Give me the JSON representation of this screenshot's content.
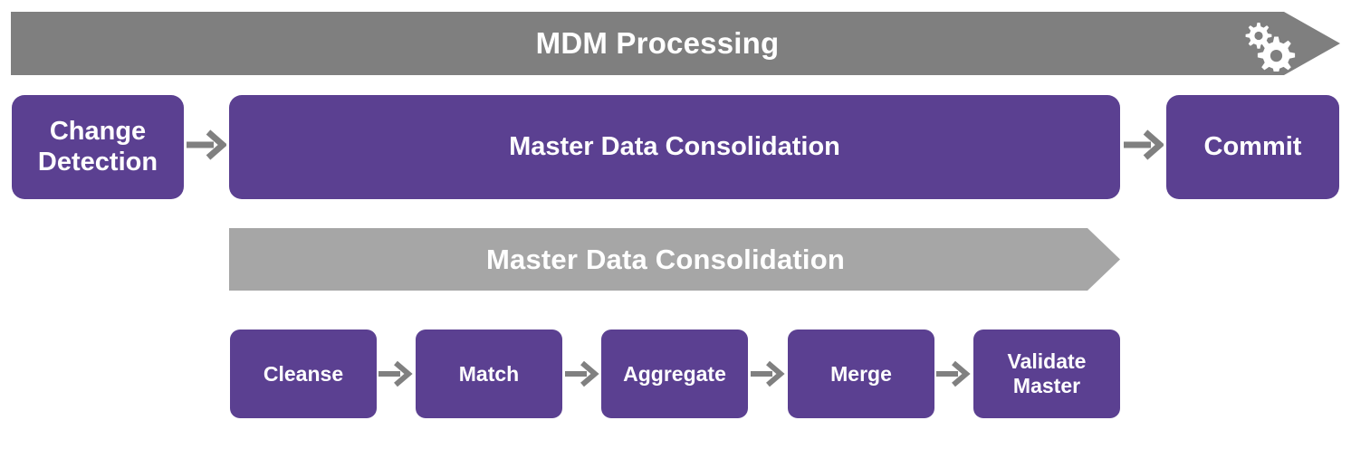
{
  "diagram": {
    "title": "MDM Processing",
    "colors": {
      "purple": "#5B4091",
      "banner_gray_dark": "#7F7F7F",
      "banner_gray_light": "#A6A6A6",
      "arrow_gray": "#808080",
      "text_white": "#FFFFFF",
      "background": "#FFFFFF"
    },
    "banners": [
      {
        "id": "mdm-processing",
        "label": "MDM Processing",
        "icon": "gears-icon",
        "color": "#7F7F7F"
      },
      {
        "id": "master-data-consolidation",
        "label": "Master Data Consolidation",
        "color": "#A6A6A6"
      }
    ],
    "top_flow": {
      "steps": [
        {
          "id": "change-detection",
          "label": "Change Detection"
        },
        {
          "id": "master-data-consolidation",
          "label": "Master Data Consolidation"
        },
        {
          "id": "commit",
          "label": "Commit"
        }
      ],
      "connectors": [
        {
          "id": "cd-to-mdc",
          "icon": "arrow-right-icon"
        },
        {
          "id": "mdc-to-commit",
          "icon": "arrow-right-icon"
        }
      ]
    },
    "sub_flow": {
      "steps": [
        {
          "id": "cleanse",
          "label": "Cleanse"
        },
        {
          "id": "match",
          "label": "Match"
        },
        {
          "id": "aggregate",
          "label": "Aggregate"
        },
        {
          "id": "merge",
          "label": "Merge"
        },
        {
          "id": "validate-master",
          "label": "Validate Master"
        }
      ],
      "connectors": [
        {
          "id": "cleanse-match",
          "icon": "arrow-right-icon"
        },
        {
          "id": "match-aggregate",
          "icon": "arrow-right-icon"
        },
        {
          "id": "aggregate-merge",
          "icon": "arrow-right-icon"
        },
        {
          "id": "merge-validate",
          "icon": "arrow-right-icon"
        }
      ]
    }
  }
}
